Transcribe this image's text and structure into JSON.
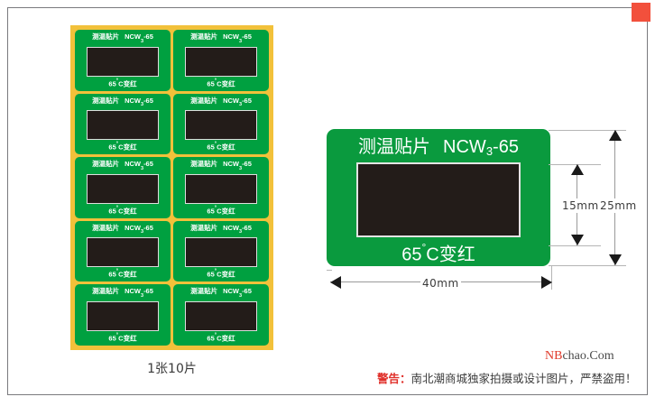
{
  "page": {
    "background_color": "#ffffff",
    "frame_color": "#7a7a7e",
    "corner_marker_color": "#f2503c"
  },
  "product": {
    "brand_label": "测温贴片",
    "model": "NCW",
    "model_subscript": "3",
    "model_suffix": "-65",
    "temperature_text": "65",
    "degree_symbol": "°",
    "temperature_unit_suffix": "C变红",
    "green_color": "#0a9a3e",
    "window_color": "#231c19",
    "sheet_color": "#f2c13a"
  },
  "sheet": {
    "caption": "1张10片",
    "rows": 5,
    "columns": 2,
    "count": 10
  },
  "dimensions": {
    "height_inner_label": "15mm",
    "height_outer_label": "25mm",
    "width_label": "40mm"
  },
  "watermark": {
    "prefix": "NB",
    "suffix": "chao.Com",
    "prefix_color": "#e03a2a",
    "suffix_color": "#4a4a4a"
  },
  "warning": {
    "prefix": "警告：",
    "text": "南北潮商城独家拍摄或设计图片，严禁盗用！",
    "prefix_color": "#e0302a",
    "text_color": "#3c3c3c"
  }
}
